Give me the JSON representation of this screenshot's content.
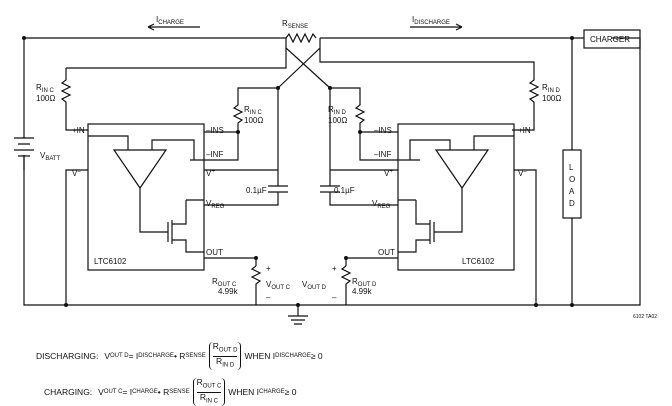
{
  "labels": {
    "i_charge": "I",
    "i_charge_sub": "CHARGE",
    "i_discharge": "I",
    "i_discharge_sub": "DISCHARGE",
    "rsense": "R",
    "rsense_sub": "SENSE",
    "charger": "CHARGER",
    "load": [
      "L",
      "O",
      "A",
      "D"
    ],
    "vbatt": "V",
    "vbatt_sub": "BATT",
    "rinc": "R",
    "rinc_sub": "IN C",
    "rinc_val": "100Ω",
    "rind": "R",
    "rind_sub": "IN D",
    "rind_val": "100Ω",
    "rinc2": "R",
    "rinc2_sub": "IN C",
    "rinc2_val": "100Ω",
    "rind2": "R",
    "rind2_sub": "IN D",
    "rind2_val": "100Ω",
    "plus_in": "+IN",
    "minus_ins": "–INS",
    "minus_inf": "–INF",
    "vminus": "V",
    "vplus": "V",
    "vreg": "V",
    "vreg_sub": "REG",
    "out": "OUT",
    "ltc": "LTC6102",
    "cap": "0.1µF",
    "routc": "R",
    "routc_sub": "OUT C",
    "routc_val": "4.99k",
    "routd": "R",
    "routd_sub": "OUT D",
    "routd_val": "4.99k",
    "voutc": "V",
    "voutc_sub": "OUT C",
    "voutd": "V",
    "voutd_sub": "OUT D",
    "plus": "+",
    "minus": "–",
    "tag": "6102 TA02"
  },
  "equations": {
    "discharging": {
      "label": "DISCHARGING:",
      "lhs": "V",
      "lhs_sub": "OUT D",
      "mid": " = I",
      "mid_sub": "DISCHARGE",
      "mul": " • R",
      "mul_sub": "SENSE",
      "num": "R",
      "num_sub": "OUT D",
      "den": "R",
      "den_sub": "IN D",
      "cond": "WHEN I",
      "cond_sub": "DISCHARGE",
      "cond_end": " ≥ 0"
    },
    "charging": {
      "label": "CHARGING:",
      "lhs": "V",
      "lhs_sub": "OUT C",
      "mid": " = I",
      "mid_sub": "CHARGE",
      "mul": " • R",
      "mul_sub": "SENSE",
      "num": "R",
      "num_sub": "OUT C",
      "den": "R",
      "den_sub": "IN C",
      "cond": "WHEN I",
      "cond_sub": "CHARGE",
      "cond_end": " ≥ 0"
    }
  }
}
